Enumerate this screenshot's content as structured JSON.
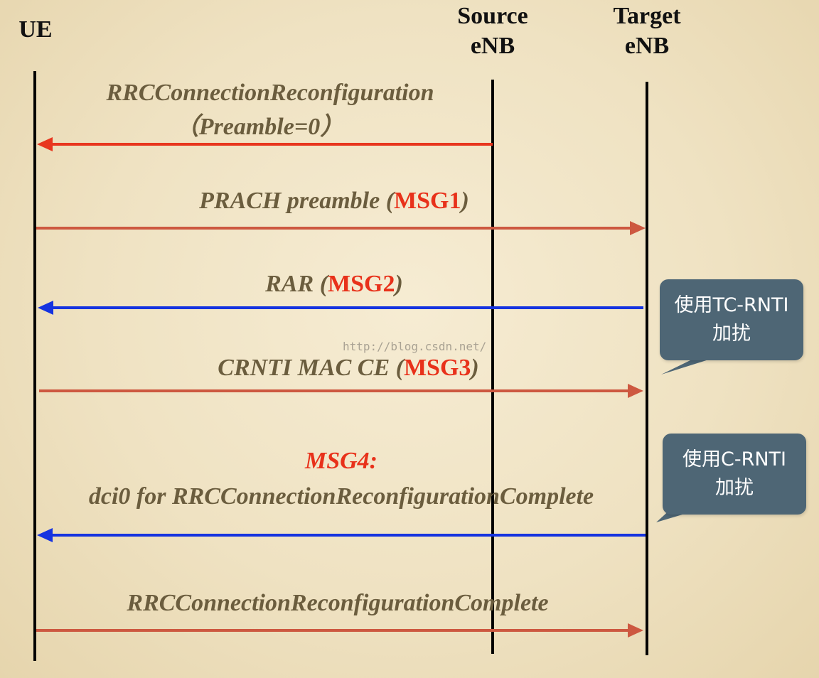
{
  "lifelines": {
    "ue": {
      "label": "UE"
    },
    "source": {
      "line1": "Source",
      "line2": "eNB"
    },
    "target": {
      "line1": "Target",
      "line2": "eNB"
    }
  },
  "messages": [
    {
      "text": "RRCConnectionReconfiguration",
      "sub": "（Preamble=0）",
      "from": "Source eNB",
      "to": "UE",
      "arrow_color": "#e8361e"
    },
    {
      "text": "PRACH preamble (",
      "tag": "MSG1",
      "close": ")",
      "from": "UE",
      "to": "Target eNB",
      "arrow_color": "#cd5840"
    },
    {
      "text": "RAR (",
      "tag": "MSG2",
      "close": ")",
      "from": "Target eNB",
      "to": "UE",
      "arrow_color": "#1533e0"
    },
    {
      "text": "CRNTI MAC CE (",
      "tag": "MSG3",
      "close": ")",
      "from": "UE",
      "to": "Target eNB",
      "arrow_color": "#cd5840"
    },
    {
      "tag": "MSG4:",
      "text": "dci0 for RRCConnectionReconfigurationComplete",
      "from": "Target eNB",
      "to": "UE",
      "arrow_color": "#1533e0"
    },
    {
      "text": "RRCConnectionReconfigurationComplete",
      "from": "UE",
      "to": "Target eNB",
      "arrow_color": "#cd5840"
    }
  ],
  "notes": [
    {
      "line1": "使用TC-RNTI",
      "line2": "加扰"
    },
    {
      "line1": "使用C-RNTI",
      "line2": "加扰"
    }
  ],
  "watermark": "http://blog.csdn.net/",
  "colors": {
    "background": "#efe2c2",
    "message_text": "#6b5d3e",
    "highlight": "#e8311a",
    "note_fill": "#4e6675"
  }
}
